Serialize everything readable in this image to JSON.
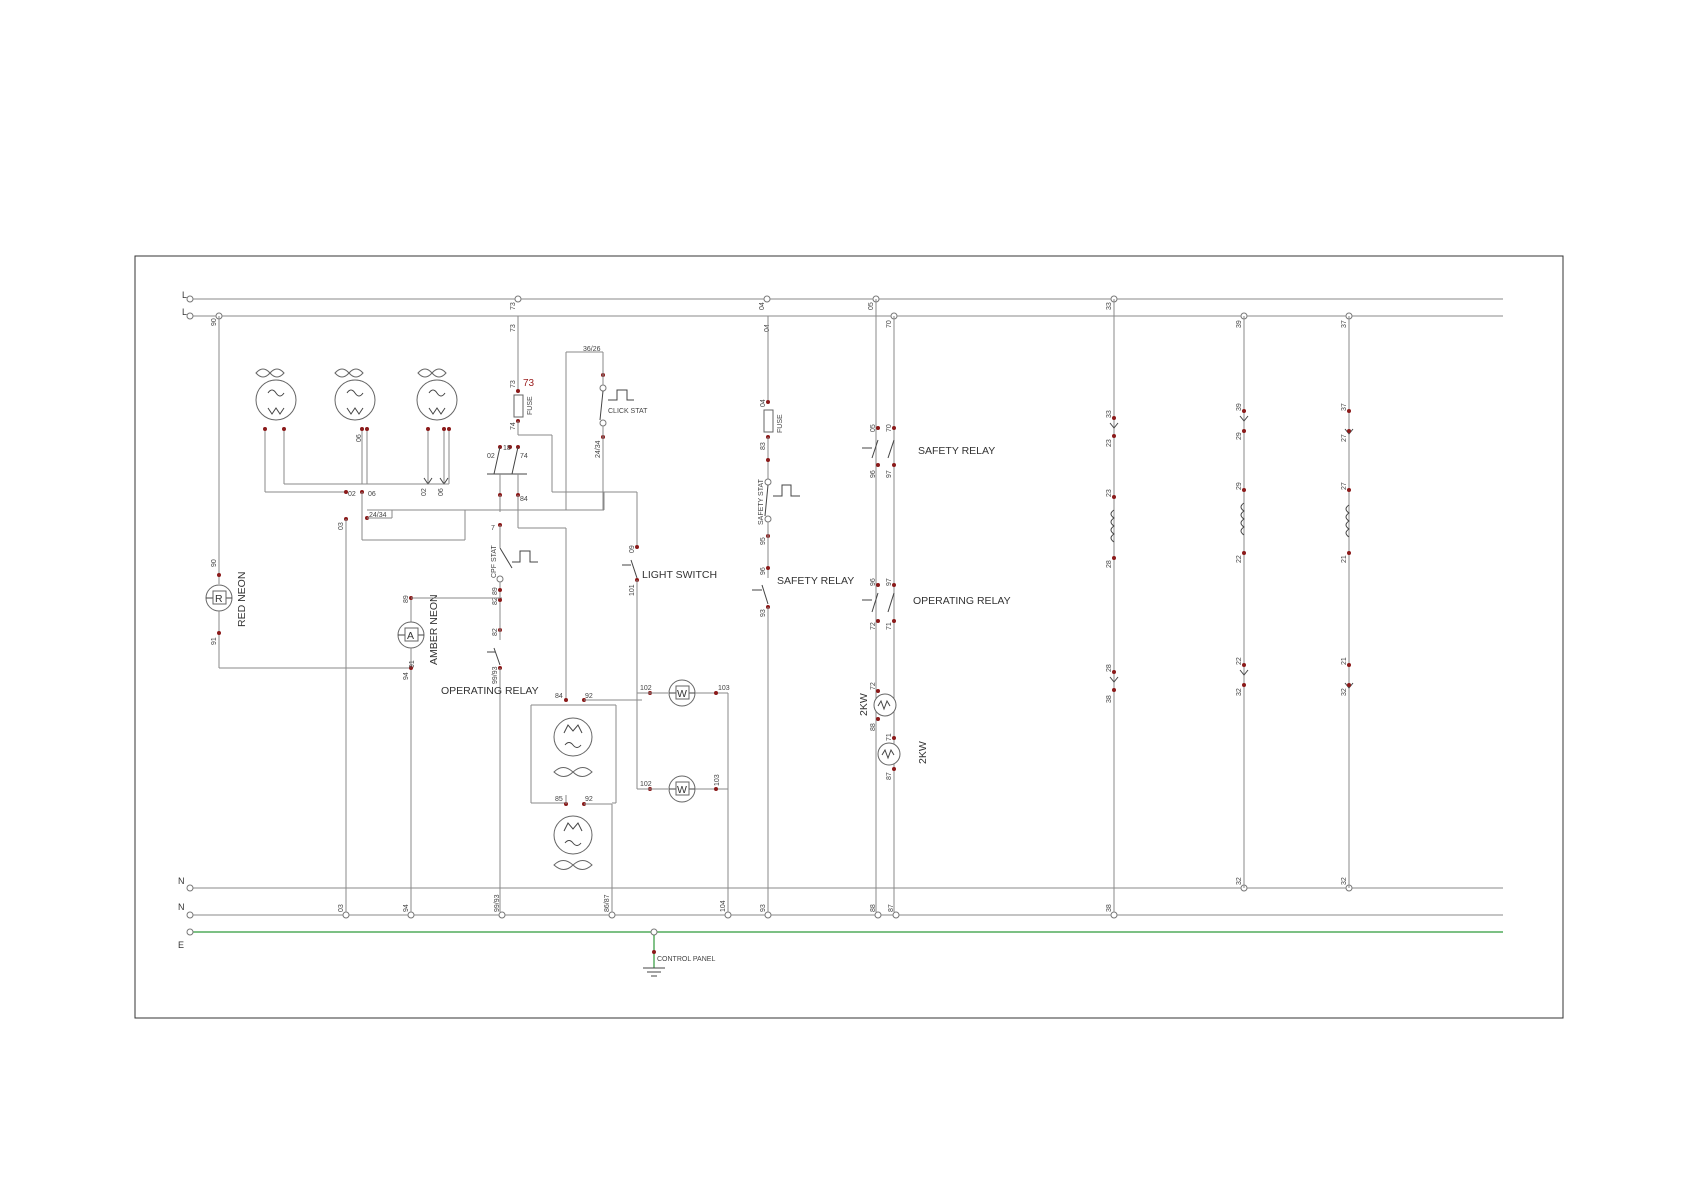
{
  "rails": {
    "live_1": "L",
    "live_2": "L",
    "neutral_1": "N",
    "neutral_2": "N",
    "earth": "E"
  },
  "labels": {
    "red_neon": "RED NEON",
    "amber_neon": "AMBER NEON",
    "operating_relay_left": "OPERATING RELAY",
    "fuse_1": "FUSE",
    "fuse_2": "FUSE",
    "click_stat": "CLICK STAT",
    "cpf_stat": "CPF STAT",
    "light_switch": "LIGHT SWITCH",
    "safety_stat": "SAFETY STAT",
    "safety_relay_1": "SAFETY RELAY",
    "safety_relay_2": "SAFETY RELAY",
    "operating_relay_right": "OPERATING RELAY",
    "heater_1": "2KW",
    "heater_2": "2KW",
    "control_panel": "CONTROL PANEL",
    "neon_r": "R",
    "neon_a": "A",
    "lamp_w1": "W",
    "lamp_w2": "W",
    "fuse_mark": "73"
  },
  "terminals": {
    "top": [
      "90",
      "73",
      "73",
      "04",
      "04",
      "05",
      "70",
      "33",
      "39",
      "37"
    ],
    "bottom": [
      "03",
      "94",
      "99/93",
      "86/87",
      "104",
      "93",
      "88",
      "87",
      "38",
      "32",
      "32"
    ],
    "fans": [
      "06",
      "06",
      "02",
      "06"
    ],
    "control": [
      "02",
      "06",
      "03",
      "24/34",
      "36/26",
      "24/34",
      "73",
      "74",
      "02",
      "18",
      "74",
      "84",
      "7",
      "89",
      "82",
      "82",
      "99/93"
    ],
    "motor": [
      "84",
      "92",
      "85",
      "92"
    ],
    "light": [
      "09",
      "101",
      "102",
      "103",
      "102",
      "103"
    ],
    "safety": [
      "04",
      "83",
      "95",
      "96",
      "93"
    ],
    "relays": [
      "05",
      "70",
      "96",
      "97",
      "96",
      "97",
      "72",
      "71",
      "72",
      "88",
      "71",
      "87"
    ],
    "neon": [
      "90",
      "91",
      "89",
      "94",
      "91"
    ],
    "elem1": [
      "33",
      "23",
      "23",
      "28",
      "28",
      "38"
    ],
    "elem2": [
      "39",
      "29",
      "29",
      "22",
      "22",
      "32"
    ],
    "elem3": [
      "37",
      "27",
      "27",
      "21",
      "21",
      "32"
    ]
  }
}
